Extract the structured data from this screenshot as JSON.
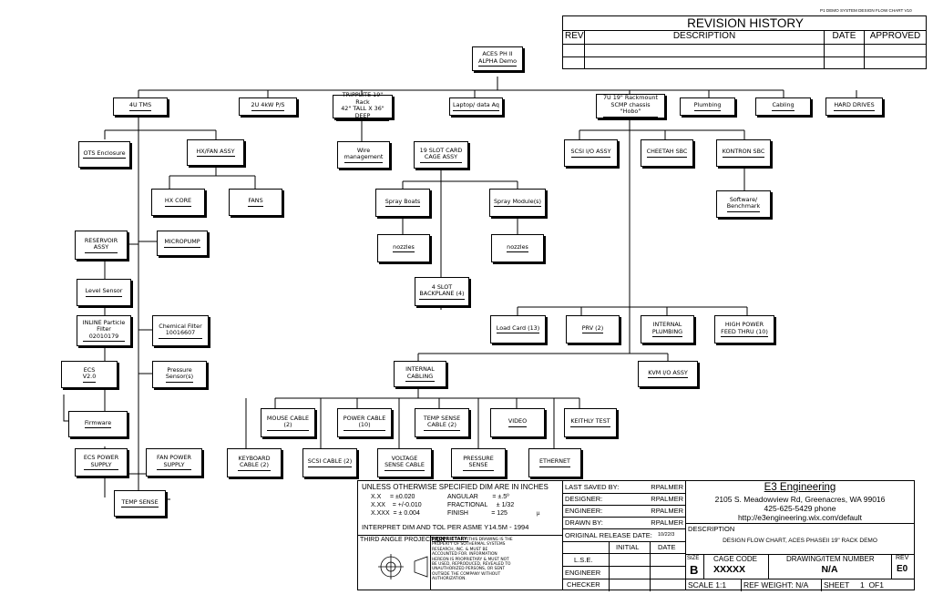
{
  "sheet_header": "P1 DEMO SYSTEM DESIGN FLOW CHART V10",
  "revision_history": {
    "title": "REVISION HISTORY",
    "columns": [
      "REV",
      "DESCRIPTION",
      "DATE",
      "APPROVED"
    ],
    "rows": [
      [
        "",
        "",
        "",
        ""
      ],
      [
        "",
        "",
        "",
        ""
      ]
    ]
  },
  "nodes": {
    "aces": "ACES PH II\nALPHA Demo",
    "tms": "4U TMS",
    "ps": "2U 4kW P/S",
    "tripplite": "TRIPPLITE 19\" Rack\n42\" TALL X 36\" DEEP",
    "laptop": "Laptop/ data Aq",
    "rackmount": "7U 19\" Rackmount\nSCMP chassis\n\"Hobo\"",
    "plumbing": "Plumbing",
    "cabling": "Cabling",
    "harddrives": "HARD DRIVES",
    "ots": "OTS Enclosure",
    "hxfan": "HX/FAN ASSY",
    "wire": "Wire\nmanagement",
    "cardcage": "19 SLOT CARD\nCAGE ASSY",
    "scsiio": "SCSI I/O ASSY",
    "cheetah": "CHEETAH SBC",
    "kontron": "KONTRON SBC",
    "hxcore": "HX CORE",
    "fans": "FANS",
    "sprayboats": "Spray Boats",
    "spraymod": "Spray Module(s)",
    "software": "Software/\nBenchmark",
    "reservoir": "RESERVOIR\nASSY",
    "micropump": "MICROPUMP",
    "nozzles1": "nozzles",
    "nozzles2": "nozzles",
    "levelsensor": "Level Sensor",
    "backplane": "4 SLOT\nBACKPLANE (4)",
    "inline": "INLINE Particle\nFilter\n02010179",
    "chemfilter": "Chemical Filter\n10016607",
    "loadcard": "Load Card (13)",
    "prv": "PRV (2)",
    "intplumb": "INTERNAL\nPLUMBING",
    "feedthru": "HIGH POWER\nFEED THRU (10)",
    "ecs": "ECS\nV2.0",
    "pressure": "Pressure\nSensor(s)",
    "intcabling": "INTERNAL\nCABLING",
    "kvm": "KVM I/O ASSY",
    "firmware": "Firmware",
    "mouse": "MOUSE CABLE\n(2)",
    "powercable": "POWER CABLE\n(10)",
    "tempsensecable": "TEMP SENSE\nCABLE (2)",
    "video": "VIDEO",
    "keithly": "KEITHLY TEST",
    "ecspower": "ECS POWER\nSUPPLY",
    "fanpower": "FAN POWER\nSUPPLY",
    "keyboard": "KEYBOARD\nCABLE (2)",
    "scsicable": "SCSI CABLE (2)",
    "voltage": "VOLTAGE\nSENSE CABLE",
    "pressurecable": "PRESSURE\nSENSE",
    "ethernet": "ETHERNET",
    "tempsense": "TEMP SENSE"
  },
  "title_block": {
    "dims": {
      "header": "UNLESS OTHERWISE SPECIFIED DIM ARE IN INCHES",
      "r1c1": "X.X     = ±0.020",
      "r2c1": "X.XX    = +/-0.010",
      "r3c1": "X.XXX  = ± 0.004",
      "r1c2": "ANGULAR        = ±.5º",
      "r2c2": "FRACTIONAL     ± 1/32",
      "r3c2": "FINISH             = 125",
      "finish_mark": "µ",
      "footer": "INTERPRET DIM AND TOL PER ASME Y14.5M - 1994"
    },
    "projection_label": "THIRD ANGLE PROJECTION",
    "proprietary_heading": "PROPRIETARY:",
    "proprietary_text": "THIS DRAWING IS THE\nPROPERTY OF SOTHERMAL SYSTEMS\nRESEARCH, INC. & MUST BE\nACCOUNTED FOR. INFORMATION\nHEREON IS PROPRIETARY & MUST NOT\nBE USED, REPRODUCED, REVEALED TO\nUNAUTHORIZED PERSONS, OR SENT\nOUTSIDE THE COMPANY WITHOUT\nAUTHORIZATION.",
    "people": [
      {
        "label": "LAST SAVED BY:",
        "value": "RPALMER"
      },
      {
        "label": "DESIGNER:",
        "value": "RPALMER"
      },
      {
        "label": "ENGINEER:",
        "value": "RPALMER"
      },
      {
        "label": "DRAWN BY:",
        "value": "RPALMER"
      }
    ],
    "release_label": "ORIGINAL RELEASE DATE:",
    "release_date": "10/22/3",
    "sign_headers": [
      "INITIAL",
      "DATE"
    ],
    "sign_rows": [
      "L.S.E.",
      "ENGINEER",
      "CHECKER"
    ],
    "company": {
      "name": "E3 Engineering",
      "address": "2105 S. Meadowview Rd, Greenacres, WA 99016",
      "phone": "425-625-5429 phone",
      "url": "http://e3engineering.wix.com/default"
    },
    "description_label": "DESCRIPTION",
    "description": "DESIGN FLOW CHART, ACES PHASEII 19\" RACK DEMO",
    "size_label": "SIZE",
    "size": "B",
    "cage_label": "CAGE CODE",
    "cage": "XXXXX",
    "drawing_label": "DRAWING/ITEM  NUMBER",
    "drawing": "N/A",
    "rev_label": "REV",
    "rev": "E0",
    "scale": "SCALE 1:1",
    "weight": "REF WEIGHT:  N/A",
    "sheet": "SHEET     1  OF1"
  }
}
